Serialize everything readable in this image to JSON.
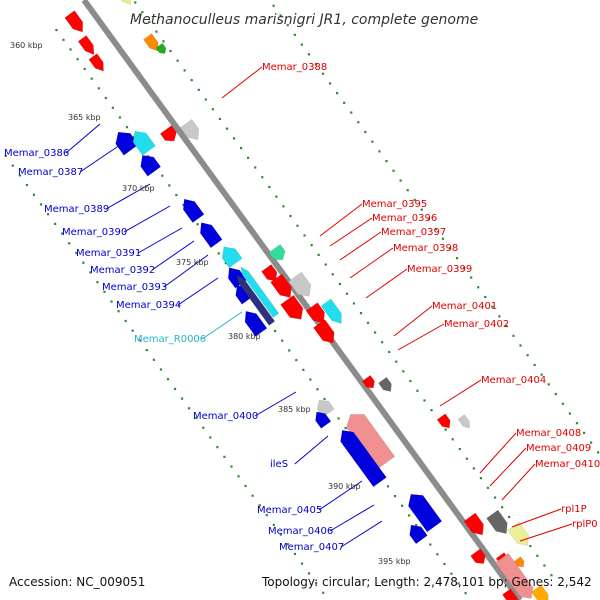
{
  "title": "Methanoculleus marisnigri JR1, complete genome",
  "accession": "Accession: NC_009051",
  "topology": "Topology: circular; Length: 2,478,101 bp; Genes: 2,542",
  "colors": {
    "backbone": "#8c8c8c",
    "tick": "#2e8b2e",
    "red": "#ff0000",
    "blue": "#0000dd",
    "cyan": "#22dded",
    "rna": "#22b5c8",
    "gray": "#c8c8c8"
  },
  "kbp_markers": [
    {
      "label": "360 kbp"
    },
    {
      "label": "365 kbp"
    },
    {
      "label": "370 kbp"
    },
    {
      "label": "375 kbp"
    },
    {
      "label": "380 kbp"
    },
    {
      "label": "385 kbp"
    },
    {
      "label": "390 kbp"
    },
    {
      "label": "395 kbp"
    }
  ],
  "gene_labels": [
    {
      "text": "Memar_0388",
      "strand": "forward",
      "color": "#dd0000"
    },
    {
      "text": "Memar_0386",
      "strand": "reverse",
      "color": "#0000cc"
    },
    {
      "text": "Memar_0387",
      "strand": "reverse",
      "color": "#0000cc"
    },
    {
      "text": "Memar_0389",
      "strand": "reverse",
      "color": "#0000cc"
    },
    {
      "text": "Memar_0390",
      "strand": "reverse",
      "color": "#0000cc"
    },
    {
      "text": "Memar_0391",
      "strand": "reverse",
      "color": "#0000cc"
    },
    {
      "text": "Memar_0392",
      "strand": "reverse",
      "color": "#0000cc"
    },
    {
      "text": "Memar_0393",
      "strand": "reverse",
      "color": "#0000cc"
    },
    {
      "text": "Memar_0394",
      "strand": "reverse",
      "color": "#0000cc"
    },
    {
      "text": "Memar_R0006",
      "strand": "reverse",
      "color": "#22b5c8"
    },
    {
      "text": "Memar_0395",
      "strand": "forward",
      "color": "#dd0000"
    },
    {
      "text": "Memar_0396",
      "strand": "forward",
      "color": "#dd0000"
    },
    {
      "text": "Memar_0397",
      "strand": "forward",
      "color": "#dd0000"
    },
    {
      "text": "Memar_0398",
      "strand": "forward",
      "color": "#dd0000"
    },
    {
      "text": "Memar_0399",
      "strand": "forward",
      "color": "#dd0000"
    },
    {
      "text": "Memar_0401",
      "strand": "forward",
      "color": "#dd0000"
    },
    {
      "text": "Memar_0402",
      "strand": "forward",
      "color": "#dd0000"
    },
    {
      "text": "Memar_0404",
      "strand": "forward",
      "color": "#dd0000"
    },
    {
      "text": "Memar_0400",
      "strand": "reverse",
      "color": "#0000cc"
    },
    {
      "text": "ileS",
      "strand": "reverse",
      "color": "#0000cc"
    },
    {
      "text": "Memar_0405",
      "strand": "reverse",
      "color": "#0000cc"
    },
    {
      "text": "Memar_0406",
      "strand": "reverse",
      "color": "#0000cc"
    },
    {
      "text": "Memar_0407",
      "strand": "reverse",
      "color": "#0000cc"
    },
    {
      "text": "Memar_0408",
      "strand": "forward",
      "color": "#dd0000"
    },
    {
      "text": "Memar_0409",
      "strand": "forward",
      "color": "#dd0000"
    },
    {
      "text": "Memar_0410",
      "strand": "forward",
      "color": "#dd0000"
    },
    {
      "text": "rpl1P",
      "strand": "forward",
      "color": "#dd0000"
    },
    {
      "text": "rplP0",
      "strand": "forward",
      "color": "#dd0000"
    }
  ]
}
